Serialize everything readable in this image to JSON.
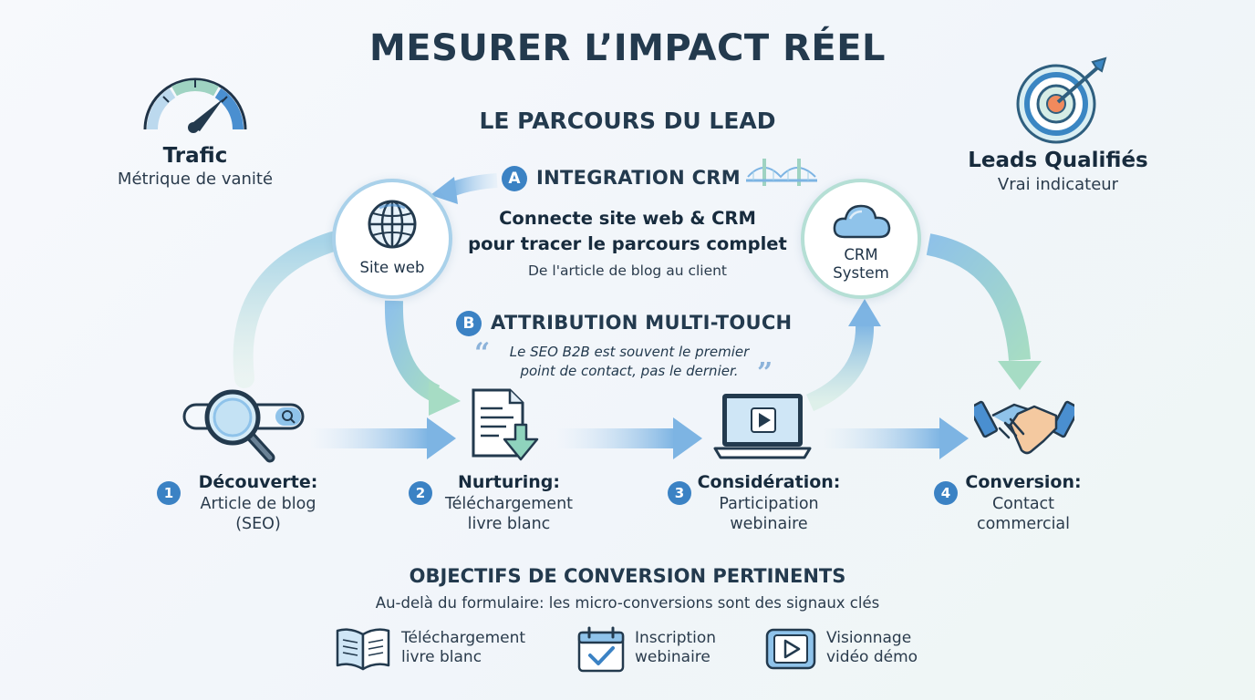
{
  "header": {
    "title": "MESURER L’IMPACT RÉEL",
    "subtitle": "LE PARCOURS DU LEAD"
  },
  "kpis": {
    "traffic": {
      "icon": "speedometer-icon",
      "title": "Trafic",
      "subtitle": "Métrique de vanité"
    },
    "leads": {
      "icon": "target-icon",
      "title": "Leads Qualifiés",
      "subtitle": "Vrai indicateur"
    }
  },
  "integration": {
    "badge": "A",
    "heading": "INTEGRATION CRM",
    "icon": "bridge-icon",
    "line1": "Connecte site web & CRM",
    "line2": "pour tracer le parcours complet",
    "line3": "De l'article de blog au client"
  },
  "attribution": {
    "badge": "B",
    "heading": "ATTRIBUTION MULTI-TOUCH",
    "quote_open": "“",
    "quote_close": "”",
    "quote_line1": "Le SEO B2B est souvent le premier",
    "quote_line2": "point de contact, pas le dernier."
  },
  "nodes": {
    "website": {
      "icon": "globe-icon",
      "label": "Site web"
    },
    "crm": {
      "icon": "cloud-icon",
      "label_line1": "CRM",
      "label_line2": "System"
    }
  },
  "steps": [
    {
      "number": "1",
      "icon": "search-bar-icon",
      "title": "Découverte:",
      "desc1": "Article de blog",
      "desc2": "(SEO)"
    },
    {
      "number": "2",
      "icon": "document-download-icon",
      "title": "Nurturing:",
      "desc1": "Téléchargement",
      "desc2": "livre blanc"
    },
    {
      "number": "3",
      "icon": "laptop-video-icon",
      "title": "Considération:",
      "desc1": "Participation",
      "desc2": "webinaire"
    },
    {
      "number": "4",
      "icon": "handshake-icon",
      "title": "Conversion:",
      "desc1": "Contact",
      "desc2": "commercial"
    }
  ],
  "objectives": {
    "title": "OBJECTIFS DE CONVERSION PERTINENTS",
    "subtitle": "Au-delà du formulaire: les micro-conversions sont des signaux clés",
    "items": [
      {
        "icon": "open-book-icon",
        "line1": "Téléchargement",
        "line2": "livre blanc"
      },
      {
        "icon": "calendar-check-icon",
        "line1": "Inscription",
        "line2": "webinaire"
      },
      {
        "icon": "video-play-icon",
        "line1": "Visionnage",
        "line2": "vidéo démo"
      }
    ]
  },
  "colors": {
    "accent_blue": "#3b82c4",
    "dark_text": "#233a4e",
    "flow_blue": "#8fbfe6",
    "flow_green": "#a5dcc3",
    "target_orange": "#f08a5d"
  }
}
